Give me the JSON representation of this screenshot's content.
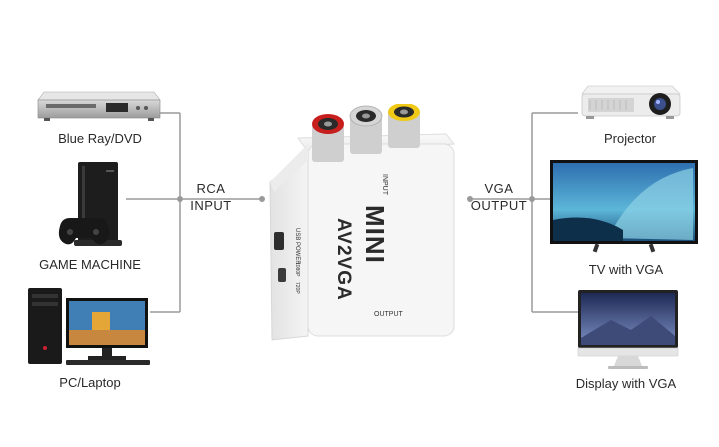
{
  "inputs": {
    "title_line1": "RCA",
    "title_line2": "INPUT",
    "devices": [
      {
        "label": "Blue Ray/DVD",
        "icon": "dvd-player-icon"
      },
      {
        "label": "GAME MACHINE",
        "icon": "game-console-icon"
      },
      {
        "label": "PC/Laptop",
        "icon": "desktop-pc-icon"
      }
    ]
  },
  "outputs": {
    "title_line1": "VGA",
    "title_line2": "OUTPUT",
    "devices": [
      {
        "label": "Projector",
        "icon": "projector-icon"
      },
      {
        "label": "TV with VGA",
        "icon": "tv-icon"
      },
      {
        "label": "Display with VGA",
        "icon": "monitor-icon"
      }
    ]
  },
  "converter": {
    "brand": "MINI",
    "model": "AV2VGA",
    "port_input": "INPUT",
    "port_output": "OUTPUT",
    "port_power": "USB POWER",
    "switch_labels": [
      "1080P",
      "720P"
    ],
    "rca_colors": [
      "#d42020",
      "#d0d0d0",
      "#f2cc1a"
    ]
  },
  "colors": {
    "connector_line": "#9a9a9a",
    "body_white": "#f3f3f3"
  }
}
